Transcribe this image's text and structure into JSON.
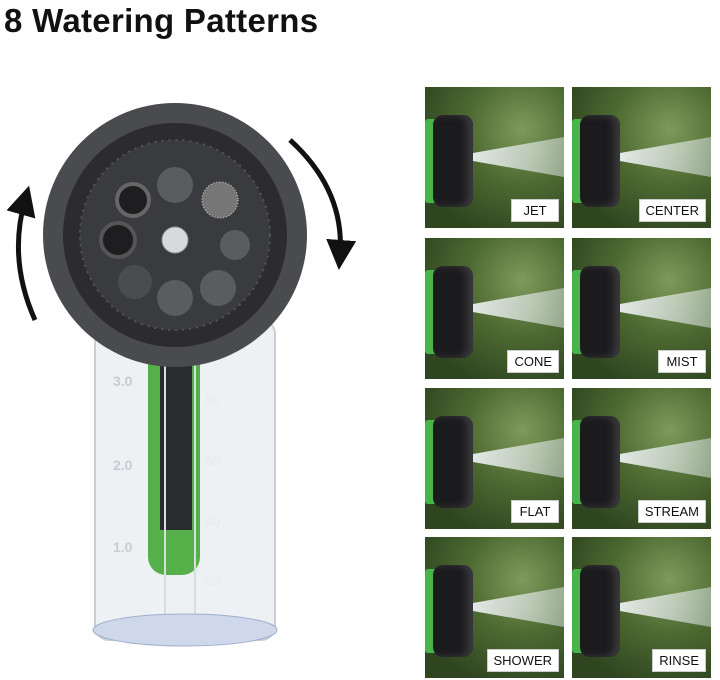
{
  "title": "8 Watering Patterns",
  "canister_scale": {
    "left": [
      "3.0",
      "2.0",
      "1.0"
    ],
    "right": [
      "80",
      "60",
      "40",
      "20"
    ]
  },
  "patterns": [
    {
      "label": "JET"
    },
    {
      "label": "CENTER"
    },
    {
      "label": "CONE"
    },
    {
      "label": "MIST"
    },
    {
      "label": "FLAT"
    },
    {
      "label": "STREAM"
    },
    {
      "label": "SHOWER"
    },
    {
      "label": "RINSE"
    }
  ],
  "colors": {
    "hose_green": "#47b54a",
    "nozzle_dark": "#2c2c2e"
  }
}
